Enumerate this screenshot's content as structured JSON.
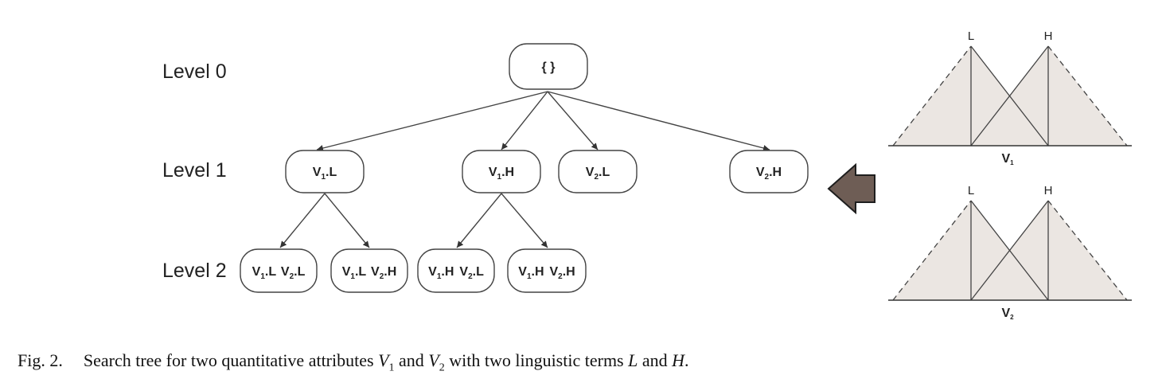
{
  "levels": [
    "Level 0",
    "Level 1",
    "Level 2"
  ],
  "root": {
    "label": "{ }"
  },
  "level1": [
    {
      "var": "V",
      "sub": "1",
      "term": ".L"
    },
    {
      "var": "V",
      "sub": "1",
      "term": ".H"
    },
    {
      "var": "V",
      "sub": "2",
      "term": ".L"
    },
    {
      "var": "V",
      "sub": "2",
      "term": ".H"
    }
  ],
  "level2": [
    [
      {
        "var": "V",
        "sub": "1",
        "term": ".L"
      },
      {
        "var": "V",
        "sub": "2",
        "term": ".L"
      }
    ],
    [
      {
        "var": "V",
        "sub": "1",
        "term": ".L"
      },
      {
        "var": "V",
        "sub": "2",
        "term": ".H"
      }
    ],
    [
      {
        "var": "V",
        "sub": "1",
        "term": ".H"
      },
      {
        "var": "V",
        "sub": "2",
        "term": ".L"
      }
    ],
    [
      {
        "var": "V",
        "sub": "1",
        "term": ".H"
      },
      {
        "var": "V",
        "sub": "2",
        "term": ".H"
      }
    ]
  ],
  "membership_functions": [
    {
      "var": "V",
      "sub": "1",
      "terms": [
        "L",
        "H"
      ]
    },
    {
      "var": "V",
      "sub": "2",
      "terms": [
        "L",
        "H"
      ]
    }
  ],
  "caption": {
    "fig": "Fig. 2.",
    "text_before": "Search tree for two quantitative attributes",
    "var1": "V",
    "var1_sub": "1",
    "and1": "and",
    "var2": "V",
    "var2_sub": "2",
    "text_mid": "with two linguistic terms",
    "term1": "L",
    "and2": "and",
    "term2": "H",
    "end": "."
  },
  "colors": {
    "line": "#444444",
    "fill": "#ebe6e2",
    "arrow": "#6e5d55",
    "arrow_stroke": "#1e1e1e"
  }
}
